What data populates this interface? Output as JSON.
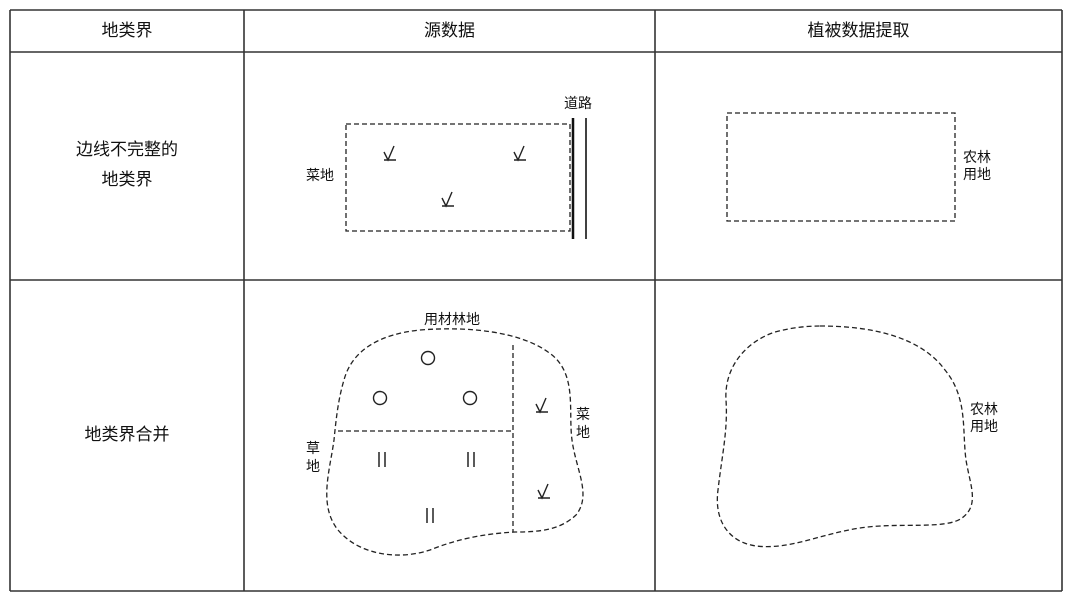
{
  "headers": {
    "col1": "地类界",
    "col2": "源数据",
    "col3": "植被数据提取"
  },
  "rows": [
    {
      "label_line1": "边线不完整的",
      "label_line2": "地类界",
      "source": {
        "road_label": "道路",
        "field_label": "菜地"
      },
      "extracted": {
        "label_line1": "农林",
        "label_line2": "用地"
      }
    },
    {
      "label": "地类界合并",
      "source": {
        "top_label": "用材林地",
        "right_label": "菜地",
        "left_label": "草地"
      },
      "extracted": {
        "label_line1": "农林",
        "label_line2": "用地"
      }
    }
  ]
}
